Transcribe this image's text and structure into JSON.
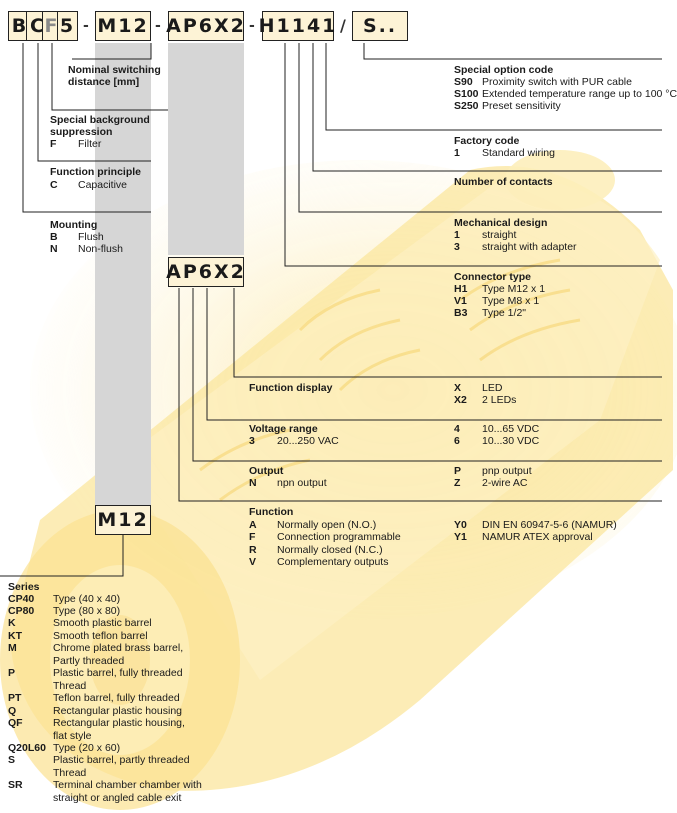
{
  "code": {
    "letters": [
      "B",
      "C",
      "F",
      "5"
    ],
    "thread": "M12",
    "function": "AP6X2",
    "connector": "H1141",
    "slash": "/",
    "special": "S..",
    "dash": "-"
  },
  "left": {
    "nominal": {
      "title": "Nominal switching distance [mm]"
    },
    "background": {
      "title": "Special background suppression",
      "items": [
        {
          "code": "F",
          "desc": "Filter"
        }
      ]
    },
    "principle": {
      "title": "Function principle",
      "items": [
        {
          "code": "C",
          "desc": "Capacitive"
        }
      ]
    },
    "mounting": {
      "title": "Mounting",
      "items": [
        {
          "code": "B",
          "desc": "Flush"
        },
        {
          "code": "N",
          "desc": "Non-flush"
        }
      ]
    }
  },
  "right": {
    "special": {
      "title": "Special option code",
      "items": [
        {
          "code": "S90",
          "desc": "Proximity switch with PUR cable"
        },
        {
          "code": "S100",
          "desc": "Extended temperature range up to 100 °C"
        },
        {
          "code": "S250",
          "desc": "Preset sensitivity"
        }
      ]
    },
    "factory": {
      "title": "Factory code",
      "items": [
        {
          "code": "1",
          "desc": "Standard wiring"
        }
      ]
    },
    "contacts": {
      "title": "Number of contacts"
    },
    "mechanical": {
      "title": "Mechanical design",
      "items": [
        {
          "code": "1",
          "desc": "straight"
        },
        {
          "code": "3",
          "desc": "straight with adapter"
        }
      ]
    },
    "connector": {
      "title": "Connector type",
      "items": [
        {
          "code": "H1",
          "desc": "Type M12 x 1"
        },
        {
          "code": "V1",
          "desc": "Type M8 x 1"
        },
        {
          "code": "B3",
          "desc": "Type 1/2\""
        }
      ]
    }
  },
  "mid": {
    "display": {
      "title": "Function display",
      "items": [
        {
          "code": "X",
          "desc": "LED"
        },
        {
          "code": "X2",
          "desc": "2 LEDs"
        }
      ]
    },
    "voltage": {
      "title": "Voltage range",
      "items": [
        {
          "code": "3",
          "desc": "20...250 VAC"
        },
        {
          "code": "4",
          "desc": "10...65 VDC"
        },
        {
          "code": "6",
          "desc": "10...30 VDC"
        }
      ]
    },
    "output": {
      "title": "Output",
      "items": [
        {
          "code": "N",
          "desc": "npn output"
        },
        {
          "code": "P",
          "desc": "pnp output"
        },
        {
          "code": "Z",
          "desc": "2-wire AC"
        }
      ]
    },
    "function": {
      "title": "Function",
      "items": [
        {
          "code": "A",
          "desc": "Normally open (N.O.)"
        },
        {
          "code": "F",
          "desc": "Connection programmable"
        },
        {
          "code": "R",
          "desc": "Normally closed (N.C.)"
        },
        {
          "code": "V",
          "desc": "Complementary outputs"
        },
        {
          "code": "Y0",
          "desc": "DIN EN 60947-5-6 (NAMUR)"
        },
        {
          "code": "Y1",
          "desc": "NAMUR ATEX approval"
        }
      ]
    }
  },
  "series": {
    "title": "Series",
    "items": [
      {
        "code": "CP40",
        "desc": "Type (40 x 40)"
      },
      {
        "code": "CP80",
        "desc": "Type (80 x 80)"
      },
      {
        "code": "K",
        "desc": "Smooth plastic barrel"
      },
      {
        "code": "KT",
        "desc": "Smooth teflon barrel"
      },
      {
        "code": "M",
        "desc": "Chrome plated brass barrel,",
        "desc2": "Partly threaded"
      },
      {
        "code": "P",
        "desc": "Plastic barrel, fully threaded",
        "desc2": "Thread"
      },
      {
        "code": "PT",
        "desc": "Teflon barrel, fully threaded"
      },
      {
        "code": "Q",
        "desc": "Rectangular plastic housing"
      },
      {
        "code": "QF",
        "desc": "Rectangular plastic housing,",
        "desc2": "flat style"
      },
      {
        "code": "Q20L60",
        "desc": "Type (20 x 60)"
      },
      {
        "code": "S",
        "desc": "Plastic barrel, partly threaded",
        "desc2": "Thread"
      },
      {
        "code": "SR",
        "desc": "Terminal chamber chamber with",
        "desc2": "straight or angled cable exit"
      }
    ]
  },
  "colors": {
    "sensor": "#fbe28a",
    "sensor_light": "#fdf0c4",
    "column": "#d6d6d6",
    "line": "#222222"
  }
}
